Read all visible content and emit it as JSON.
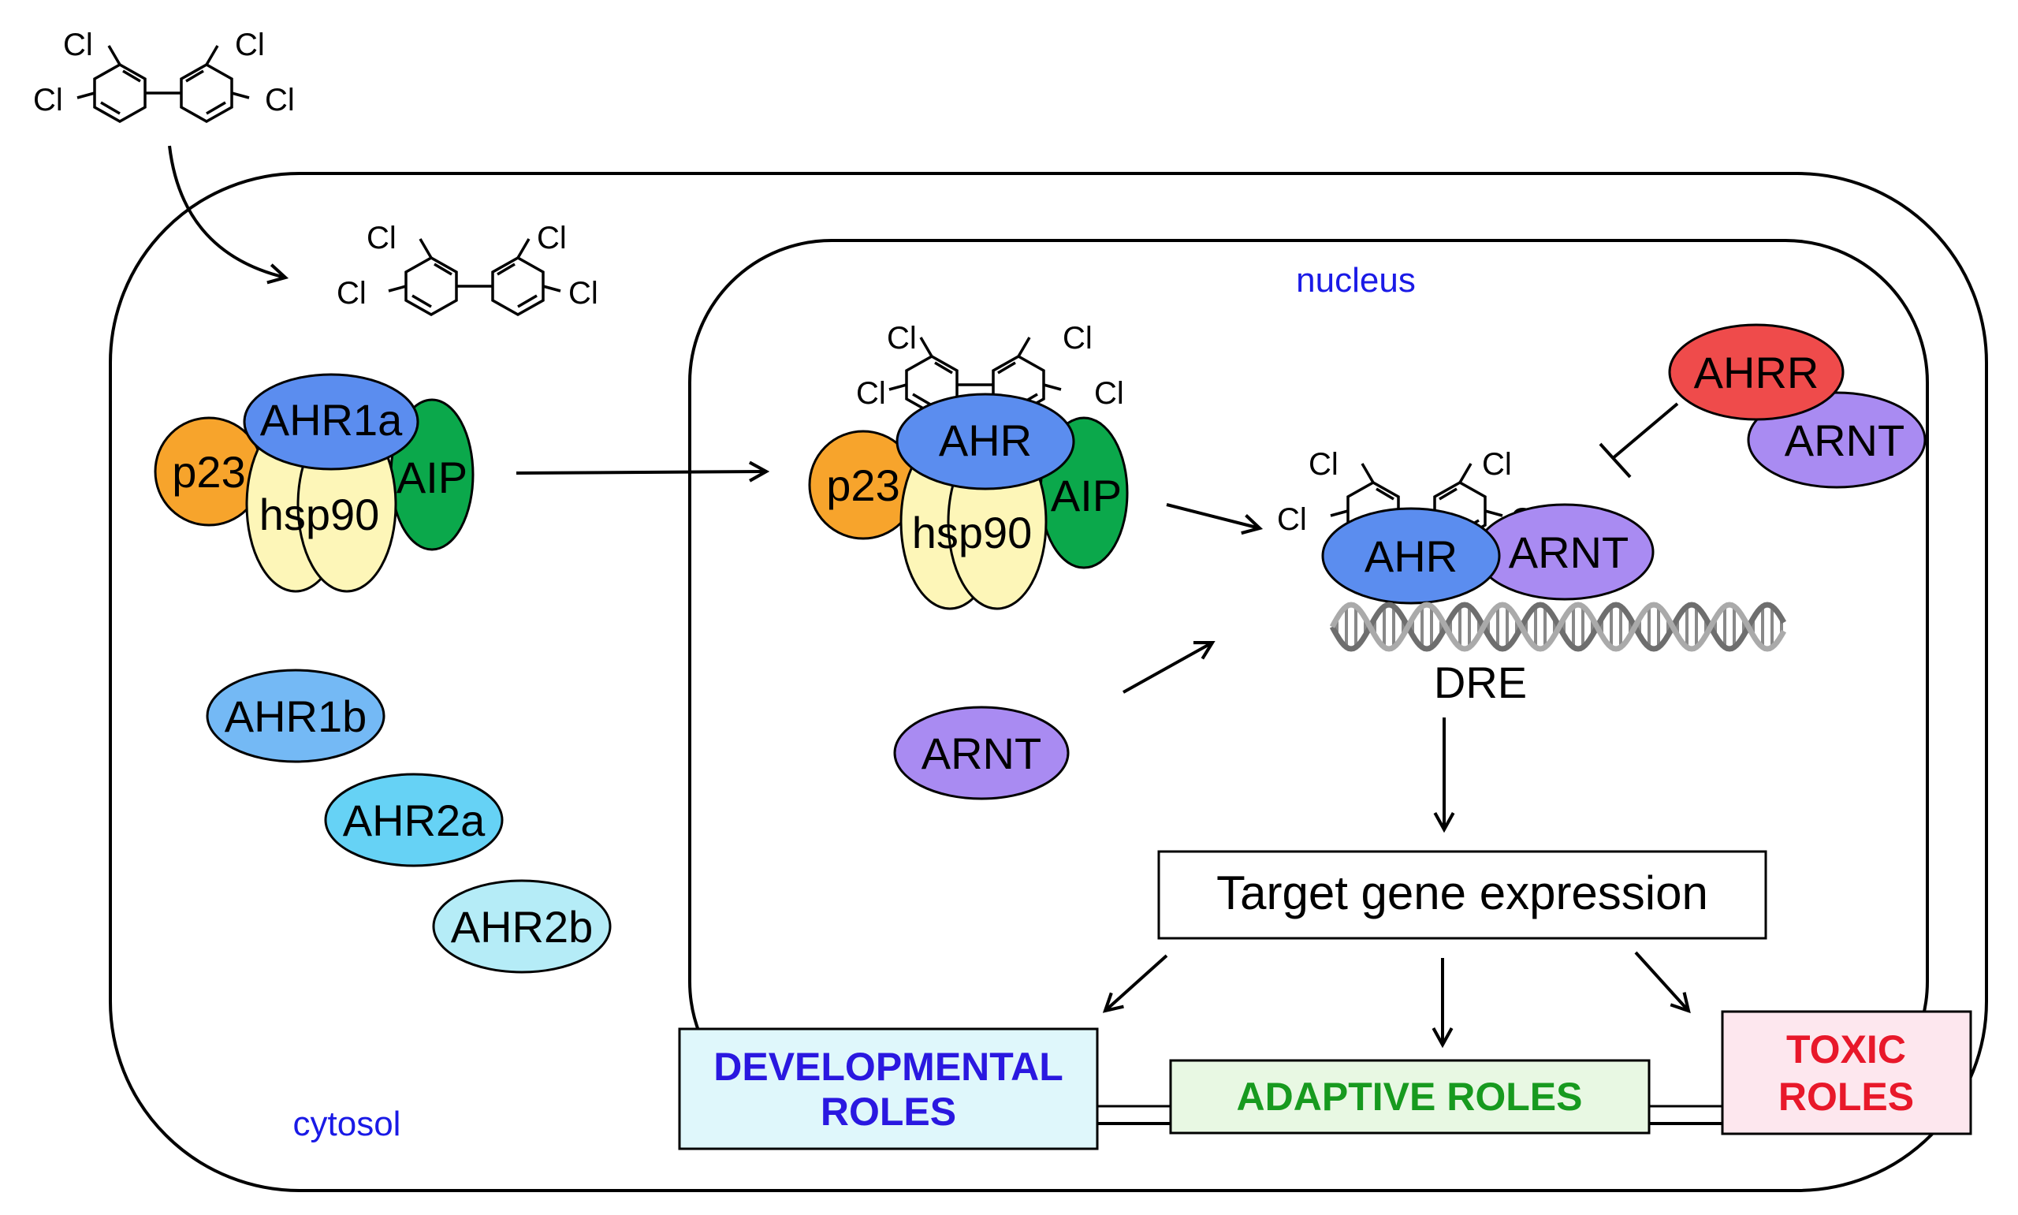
{
  "molecule": {
    "chlorine": "Cl"
  },
  "compartments": {
    "cytosol": "cytosol",
    "nucleus": "nucleus",
    "cytosol_color": "#1a1ae6",
    "nucleus_color": "#1a1ae6"
  },
  "cytosol_complex": {
    "p23": "p23",
    "ahr": "AHR1a",
    "hsp90": "hsp90",
    "aip": "AIP"
  },
  "paralogs": [
    "AHR1b",
    "AHR2a",
    "AHR2b"
  ],
  "nuclear_complex": {
    "p23": "p23",
    "ahr": "AHR",
    "hsp90": "hsp90",
    "aip": "AIP"
  },
  "free_arnt": "ARNT",
  "repressor": {
    "ahrr": "AHRR",
    "arnt": "ARNT"
  },
  "dna_complex": {
    "ahr": "AHR",
    "arnt": "ARNT",
    "dre": "DRE"
  },
  "target": "Target gene expression",
  "roles": {
    "developmental": [
      "DEVELOPMENTAL",
      "ROLES"
    ],
    "adaptive": "ADAPTIVE ROLES",
    "toxic": [
      "TOXIC",
      "ROLES"
    ]
  },
  "colors": {
    "p23": "#f7a42c",
    "ahr": "#5b8def",
    "hsp90": "#fdf6b8",
    "aip": "#0ba84b",
    "arnt": "#a98bf2",
    "ahrr": "#ef4b4b",
    "ahr1b": "#74b9f5",
    "ahr2a": "#66d2f5",
    "ahr2b": "#b5ecf7",
    "developmental_text": "#2a18e0",
    "developmental_fill": "#dff7fb",
    "adaptive_text": "#179a1f",
    "adaptive_fill": "#e8f8e3",
    "toxic_text": "#e8182a",
    "toxic_fill": "#fde7ee"
  }
}
